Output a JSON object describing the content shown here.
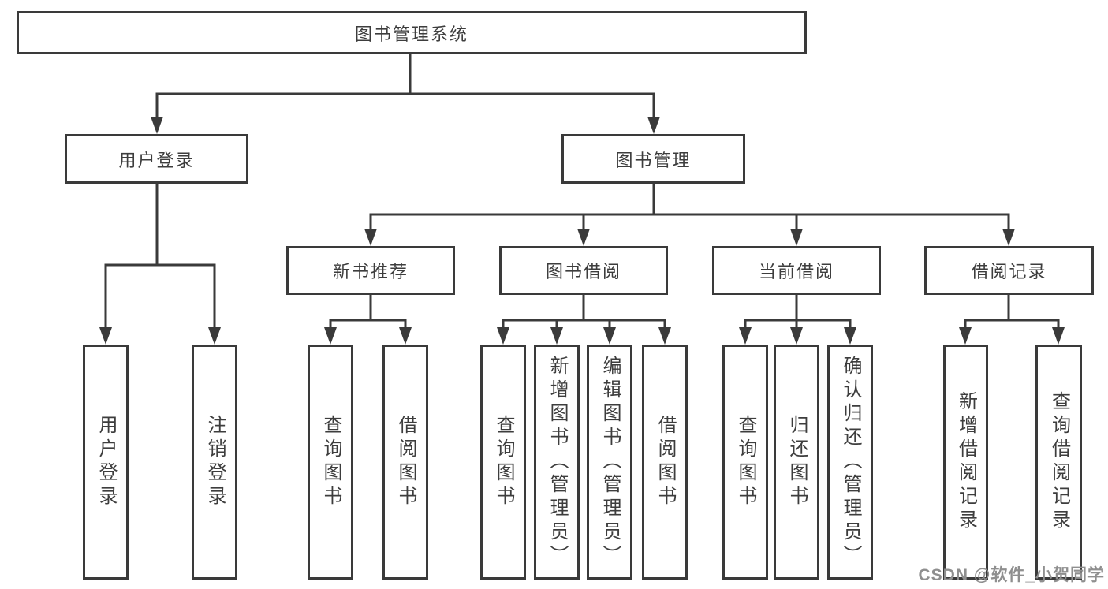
{
  "tree": {
    "root": {
      "label": "图书管理系统"
    },
    "branches": [
      {
        "label": "用户登录",
        "children": [
          {
            "label": "用户登录"
          },
          {
            "label": "注销登录"
          }
        ]
      },
      {
        "label": "图书管理",
        "children": [
          {
            "label": "新书推荐",
            "children": [
              {
                "label": "查询图书"
              },
              {
                "label": "借阅图书"
              }
            ]
          },
          {
            "label": "图书借阅",
            "children": [
              {
                "label": "查询图书"
              },
              {
                "label": "新增图书（管理员）"
              },
              {
                "label": "编辑图书（管理员）"
              },
              {
                "label": "借阅图书"
              }
            ]
          },
          {
            "label": "当前借阅",
            "children": [
              {
                "label": "查询图书"
              },
              {
                "label": "归还图书"
              },
              {
                "label": "确认归还（管理员）"
              }
            ]
          },
          {
            "label": "借阅记录",
            "children": [
              {
                "label": "新增借阅记录"
              },
              {
                "label": "查询借阅记录"
              }
            ]
          }
        ]
      }
    ]
  },
  "watermark": {
    "text": "CSDN @软件_小贺同学"
  },
  "colors": {
    "line": "#3a3a3a",
    "text": "#3d3d3d",
    "watermark": "#8f8f8f",
    "background": "#ffffff"
  }
}
